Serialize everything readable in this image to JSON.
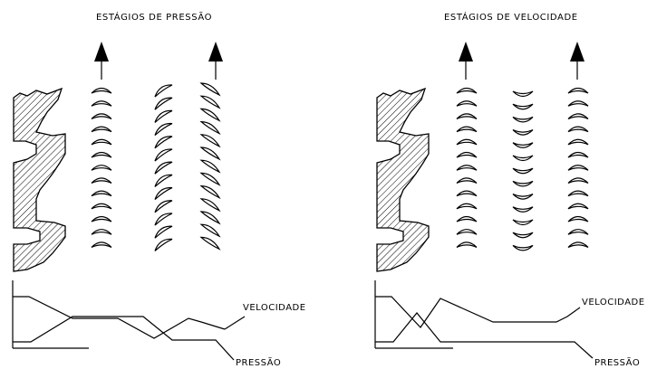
{
  "left_panel": {
    "title": "ESTÁGIOS DE PRESSÃO",
    "curve_labels": {
      "velocity": "VELOCIDADE",
      "pressure": "PRESSÃO"
    }
  },
  "right_panel": {
    "title": "ESTÁGIOS DE VELOCIDADE",
    "curve_labels": {
      "velocity": "VELOCIDADE",
      "pressure": "PRESSÃO"
    }
  },
  "colors": {
    "line": "#000000",
    "background": "#ffffff"
  },
  "icons": [
    "flow-arrow-icon",
    "nozzle-block-icon",
    "blade-row-icon"
  ]
}
